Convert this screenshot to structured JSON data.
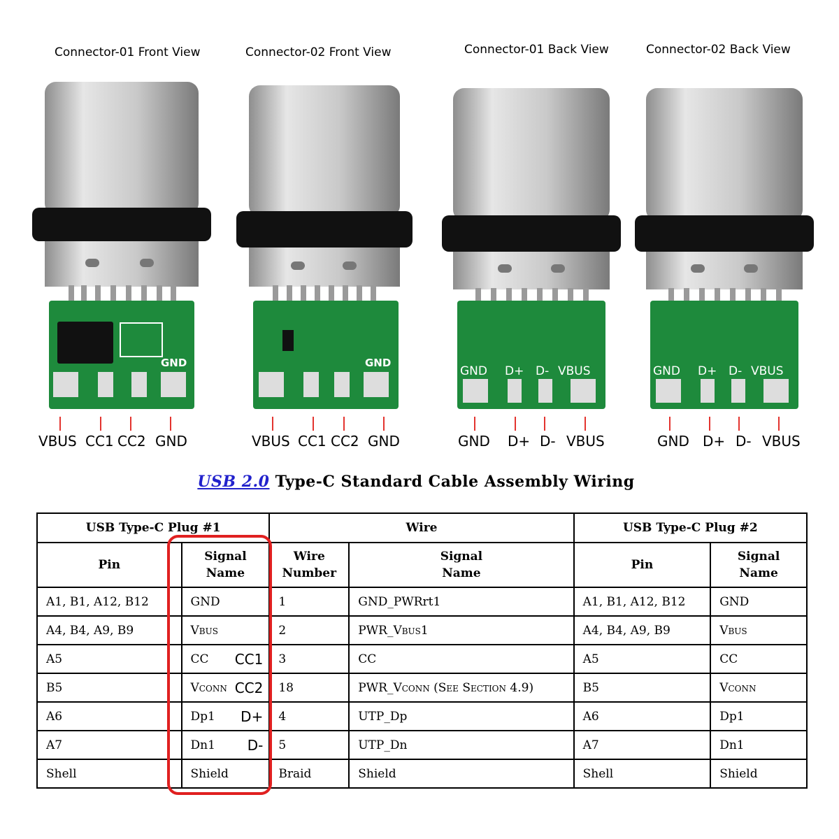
{
  "views": [
    {
      "title": "Connector-01 Front View",
      "pins": [
        "VBUS",
        "CC1",
        "CC2",
        "GND"
      ]
    },
    {
      "title": "Connector-02 Front View",
      "pins": [
        "VBUS",
        "CC1",
        "CC2",
        "GND"
      ]
    },
    {
      "title": "Connector-01 Back View",
      "pins": [
        "GND",
        "D+",
        "D-",
        "VBUS"
      ]
    },
    {
      "title": "Connector-02 Back View",
      "pins": [
        "GND",
        "D+",
        "D-",
        "VBUS"
      ]
    }
  ],
  "board_labels": {
    "gnd": "GND",
    "dp": "D+",
    "dm": "D-",
    "vbus": "VBUS"
  },
  "title": {
    "link": "USB 2.0",
    "rest": " Type-C Standard Cable Assembly Wiring"
  },
  "table": {
    "groups": [
      "USB Type-C Plug #1",
      "Wire",
      "USB Type-C Plug #2"
    ],
    "subheaders": {
      "pin": "Pin",
      "signal_name_1": "Signal",
      "signal_name_2": "Name",
      "wire_number_1": "Wire",
      "wire_number_2": "Number"
    },
    "rows": [
      {
        "pin1": "A1, B1, A12, B12",
        "sig1": "GND",
        "note": "",
        "wire": "1",
        "wsig": "GND_PWRrt1",
        "pin2": "A1, B1, A12, B12",
        "sig2": "GND"
      },
      {
        "pin1": "A4, B4, A9, B9",
        "sig1": "Vbus",
        "note": "",
        "wire": "2",
        "wsig": "PWR_Vbus1",
        "pin2": "A4, B4, A9, B9",
        "sig2": "Vbus"
      },
      {
        "pin1": "A5",
        "sig1": "CC",
        "note": "CC1",
        "wire": "3",
        "wsig": "CC",
        "pin2": "A5",
        "sig2": "CC"
      },
      {
        "pin1": "B5",
        "sig1": "Vconn",
        "note": "CC2",
        "wire": "18",
        "wsig": "PWR_Vconn (See Section 4.9)",
        "pin2": "B5",
        "sig2": "Vconn"
      },
      {
        "pin1": "A6",
        "sig1": "Dp1",
        "note": "D+",
        "wire": "4",
        "wsig": "UTP_Dp",
        "pin2": "A6",
        "sig2": "Dp1"
      },
      {
        "pin1": "A7",
        "sig1": "Dn1",
        "note": "D-",
        "wire": "5",
        "wsig": "UTP_Dn",
        "pin2": "A7",
        "sig2": "Dn1"
      },
      {
        "pin1": "Shell",
        "sig1": "Shield",
        "note": "",
        "wire": "Braid",
        "wsig": "Shield",
        "pin2": "Shell",
        "sig2": "Shield"
      }
    ]
  },
  "colors": {
    "highlight": "#e02020",
    "pcb": "#1e8a3c",
    "metal": "#c8c8c8",
    "ring": "#111111",
    "link": "#2222cc"
  }
}
